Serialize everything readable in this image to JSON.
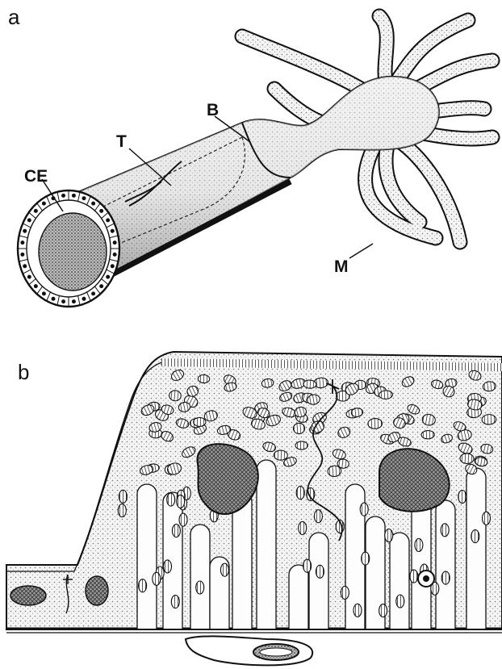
{
  "panel_a": {
    "letter": "a",
    "labels": {
      "ce": "CE",
      "t": "T",
      "b": "B",
      "m": "M"
    }
  },
  "panel_b": {
    "letter": "b"
  },
  "colors": {
    "ink": "#111111",
    "paper": "#ffffff",
    "stipple": "#c9c9c9"
  }
}
